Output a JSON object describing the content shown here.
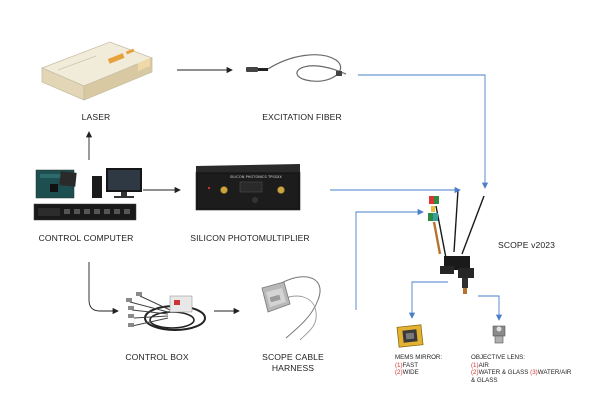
{
  "labels": {
    "laser": "LASER",
    "excitation_fiber": "EXCITATION FIBER",
    "control_computer": "CONTROL COMPUTER",
    "silicon_pm": "SILICON PHOTOMULTIPLIER",
    "scope": "SCOPE v2023",
    "control_box": "CONTROL BOX",
    "harness_line1": "SCOPE CABLE",
    "harness_line2": "HARNESS"
  },
  "mems": {
    "title": "MEMS MIRROR:",
    "opt1_num": "(1)",
    "opt1_text": "FAST",
    "opt2_num": "(2)",
    "opt2_text": "WIDE"
  },
  "objective": {
    "title": "OBJECTIVE LENS:",
    "opt1_num": "(1)",
    "opt1_text": "AIR",
    "opt2_num": "(2)",
    "opt2_text": "WATER & GLASS",
    "opt3_num": "(3)",
    "opt3_text": "WATER/AIR",
    "opt3_cont": "& GLASS"
  },
  "pm_box_text": "SILICON PHOTONICS TPSSXX",
  "colors": {
    "arrow": "#222222",
    "connector": "#4a7fc8",
    "accent_red": "#d03030"
  }
}
